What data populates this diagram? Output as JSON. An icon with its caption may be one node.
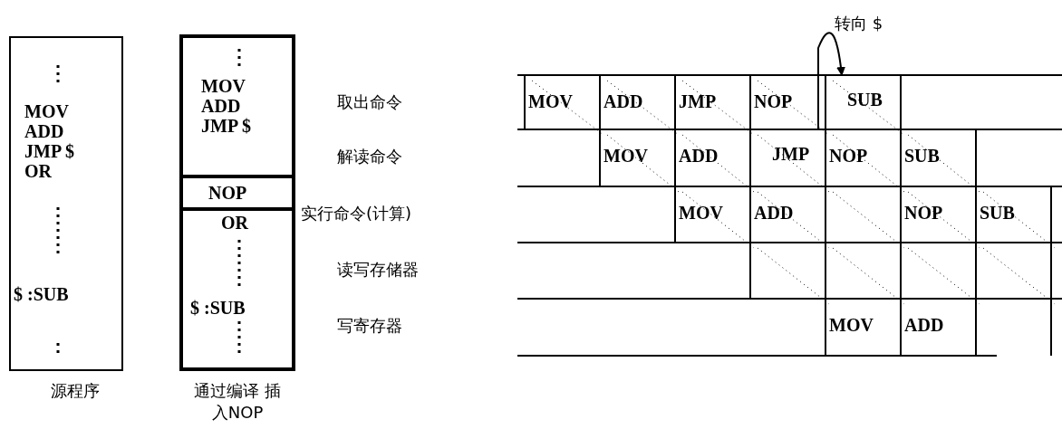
{
  "diagram": {
    "nodes": [
      {
        "text": [
          "MOV ADD JMP $ OR",
          "$ :SUB"
        ],
        "beside": [
          "源程序"
        ]
      },
      {
        "text": [],
        "shape": "box",
        "beside": [
          "通过编译 插入NOP"
        ]
      },
      {
        "text": [
          "MOV ADD JMP $"
        ],
        "in": 1
      },
      {
        "text": [
          "NOP"
        ],
        "in": 1
      },
      {
        "text": [
          "OR",
          "$ :SUB"
        ],
        "in": 1
      },
      {
        "text": [
          "SUB"
        ]
      },
      {
        "text": [
          "JMP"
        ]
      }
    ],
    "edges": [
      {
        "from": 6,
        "to": 5,
        "arrow": "to",
        "label": "转向 $"
      }
    ],
    "labels": [
      "取出命令",
      "MOV",
      "ADD",
      "JMP",
      "NOP",
      "解读命令",
      "MOV",
      "ADD",
      "NOP",
      "SUB",
      "实行命令(计算)",
      "MOV",
      "ADD",
      "NOP",
      "SUB",
      "读写存储器",
      "写寄存器",
      "MOV",
      "ADD"
    ]
  }
}
